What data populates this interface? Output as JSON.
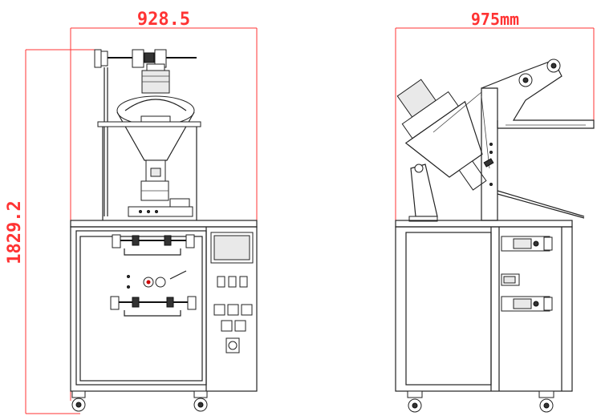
{
  "dimensions": {
    "front_width": "928.5",
    "side_width": "975mm",
    "height": "1829.2"
  },
  "colors": {
    "dimension": "#ff3333",
    "outline": "#222222"
  }
}
